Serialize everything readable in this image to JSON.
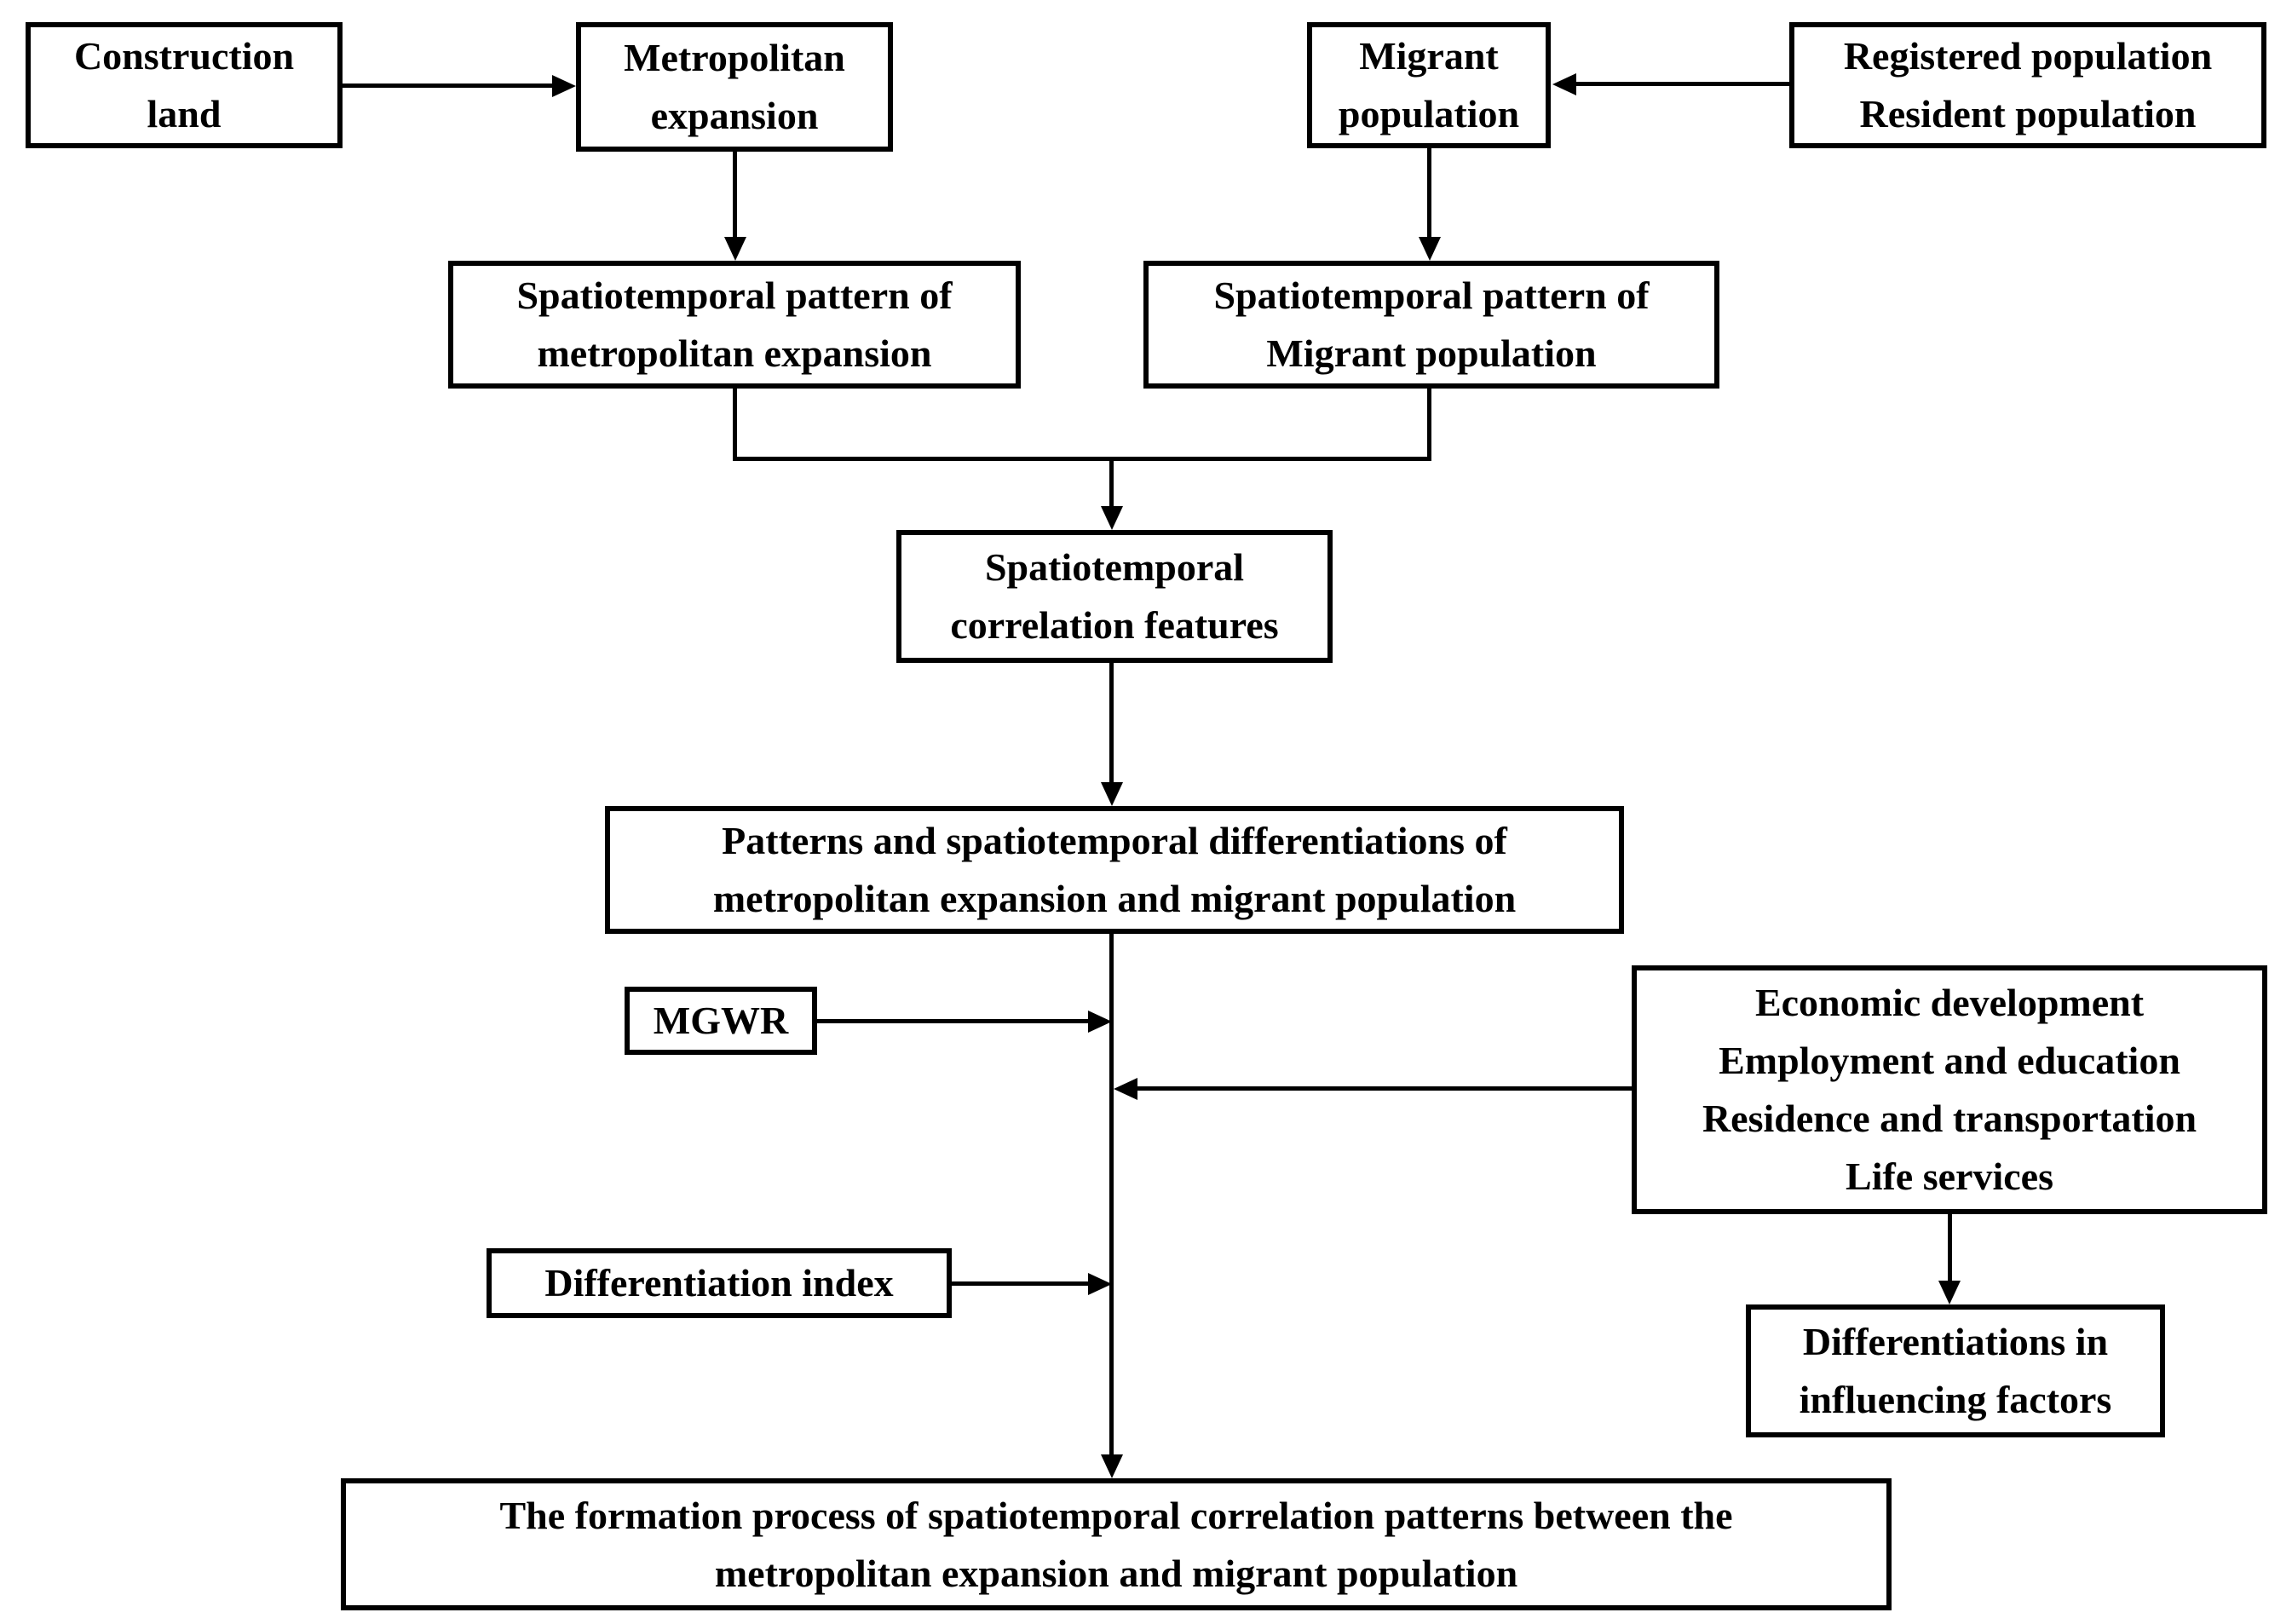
{
  "colors": {
    "background": "#ffffff",
    "box_border": "#000000",
    "line": "#000000",
    "text": "#000000"
  },
  "nodes": {
    "construction_land": {
      "lines": [
        "Construction",
        "land"
      ]
    },
    "metropolitan_expansion": {
      "lines": [
        "Metropolitan",
        "expansion"
      ]
    },
    "migrant_population": {
      "lines": [
        "Migrant",
        "population"
      ]
    },
    "registered_resident_population": {
      "lines": [
        "Registered population",
        "Resident population"
      ]
    },
    "st_pattern_metropolitan": {
      "lines": [
        "Spatiotemporal pattern of",
        "metropolitan expansion"
      ]
    },
    "st_pattern_migrant": {
      "lines": [
        "Spatiotemporal pattern of",
        "Migrant population"
      ]
    },
    "st_correlation_features": {
      "lines": [
        "Spatiotemporal",
        "correlation features"
      ]
    },
    "patterns_differentiations": {
      "lines": [
        "Patterns and spatiotemporal differentiations of",
        "metropolitan expansion and migrant population"
      ]
    },
    "mgwr": {
      "lines": [
        "MGWR"
      ]
    },
    "influencing_factor_categories": {
      "lines": [
        "Economic development",
        "Employment and education",
        "Residence and transportation",
        "Life services"
      ]
    },
    "differentiation_index": {
      "lines": [
        "Differentiation index"
      ]
    },
    "differentiations_influencing_factors": {
      "lines": [
        "Differentiations in",
        "influencing factors"
      ]
    },
    "formation_process": {
      "lines": [
        "The formation process of spatiotemporal correlation patterns between the",
        "metropolitan expansion and migrant population"
      ]
    }
  }
}
